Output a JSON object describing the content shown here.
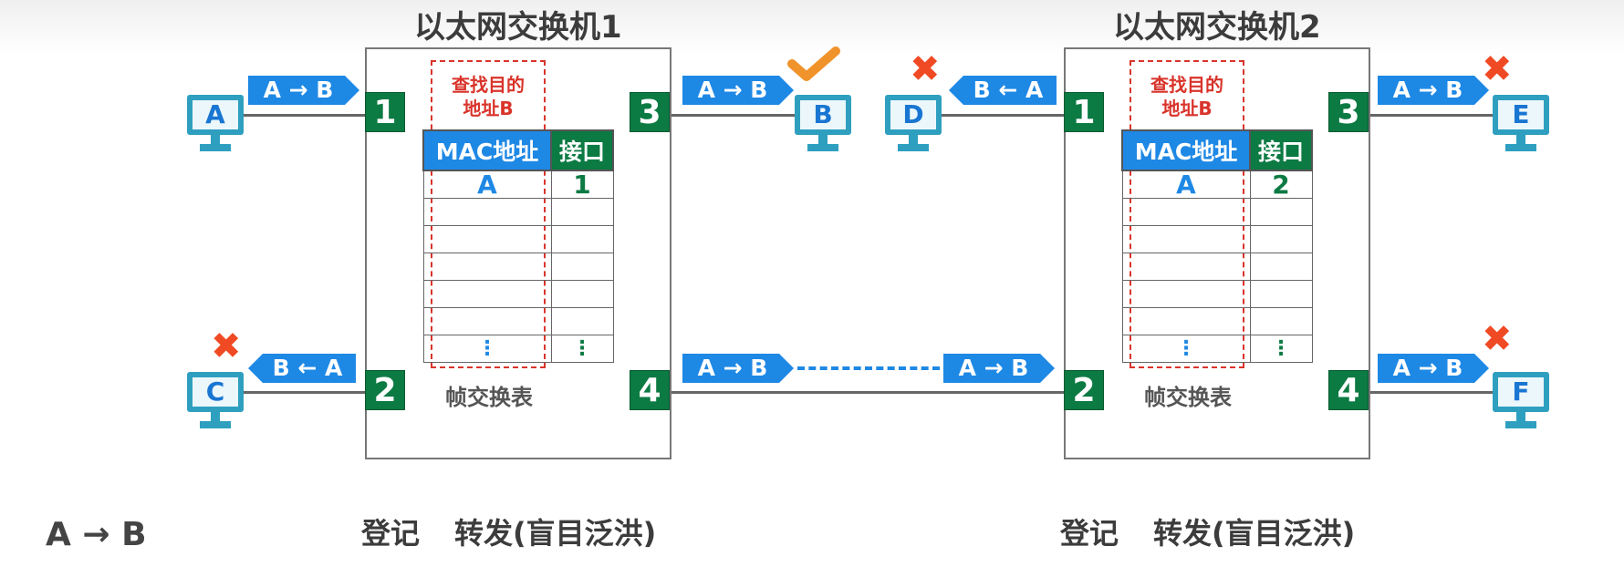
{
  "switches": [
    {
      "title": "以太网交换机1",
      "table_headers": {
        "mac": "MAC地址",
        "port": "接口"
      },
      "entries": [
        {
          "mac": "A",
          "port": "1"
        }
      ],
      "ellipsis": "⋮",
      "lookup_label": [
        "查找目的",
        "地址B"
      ],
      "table_caption": "帧交换表",
      "ports": [
        "1",
        "2",
        "3",
        "4"
      ],
      "action_register": "登记",
      "action_forward": "转发(盲目泛洪)"
    },
    {
      "title": "以太网交换机2",
      "table_headers": {
        "mac": "MAC地址",
        "port": "接口"
      },
      "entries": [
        {
          "mac": "A",
          "port": "2"
        }
      ],
      "ellipsis": "⋮",
      "lookup_label": [
        "查找目的",
        "地址B"
      ],
      "table_caption": "帧交换表",
      "ports": [
        "1",
        "2",
        "3",
        "4"
      ],
      "action_register": "登记",
      "action_forward": "转发(盲目泛洪)"
    }
  ],
  "hosts": [
    "A",
    "B",
    "C",
    "D",
    "E",
    "F"
  ],
  "frames": {
    "a_to_b": "A → B",
    "b_from_a": "B ← A"
  },
  "legend": "A → B",
  "colors": {
    "port_green": "#0c7a43",
    "frame_blue": "#1e88e5",
    "lookup_red": "#d9342b",
    "reject_red": "#f04a24",
    "accept_orange": "#f0932b"
  },
  "icons": {
    "reject": "x-mark-icon",
    "accept": "check-mark-icon"
  }
}
